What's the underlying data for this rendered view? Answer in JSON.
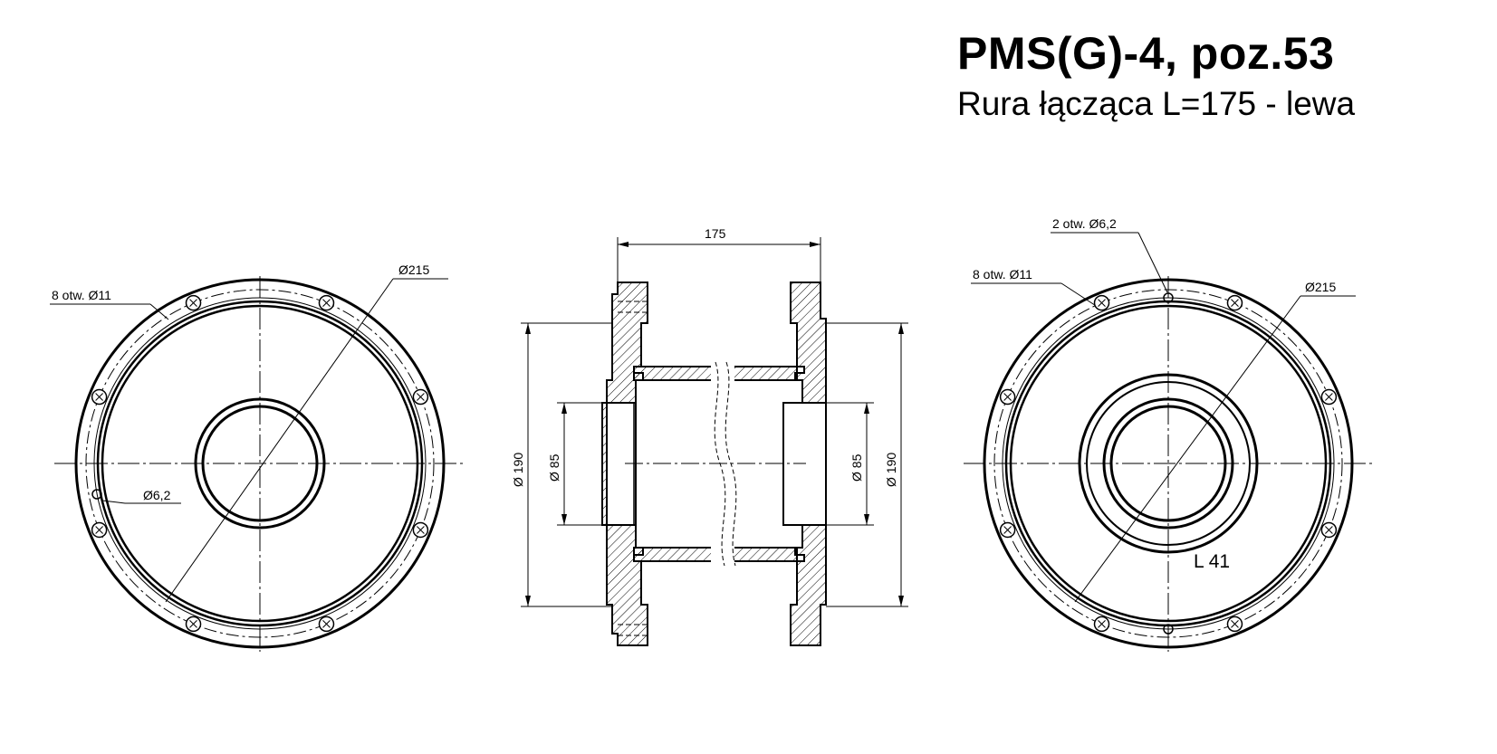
{
  "title": "PMS(G)-4, poz.53",
  "subtitle": "Rura łącząca L=175 - lewa",
  "left_view": {
    "holes_label": "8 otw. Ø11",
    "bolt_circle_label": "Ø215",
    "pin_hole_label": "Ø6,2"
  },
  "section_view": {
    "length_label": "175",
    "outer_diameter_left": "Ø 190",
    "bore_left": "Ø 85",
    "bore_right": "Ø 85",
    "outer_diameter_right": "Ø 190"
  },
  "right_view": {
    "pin_holes_label": "2 otw. Ø6,2",
    "holes_label": "8 otw. Ø11",
    "bolt_circle_label": "Ø215",
    "mark_label": "L 41"
  }
}
